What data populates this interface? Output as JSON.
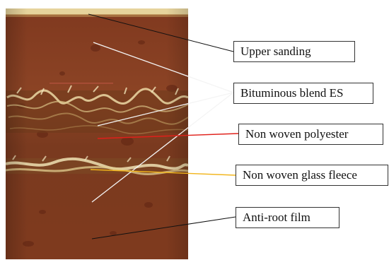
{
  "labels": {
    "upper_sanding": "Upper sanding",
    "bituminous_blend": "Bituminous blend ES",
    "non_woven_polyester": "Non woven polyester",
    "non_woven_glass_fleece": "Non woven glass fleece",
    "anti_root_film": "Anti-root film"
  },
  "colors": {
    "background": "#ffffff",
    "sample_base": "#8a3e22",
    "sample_dark": "#6b2b15",
    "sanding_top": "#e8d6a0",
    "fibre_light": "#efe2b6",
    "leader_black": "#111111",
    "leader_white": "#f4f4f4",
    "leader_red": "#e0201a",
    "leader_yellow": "#f2b51c"
  }
}
